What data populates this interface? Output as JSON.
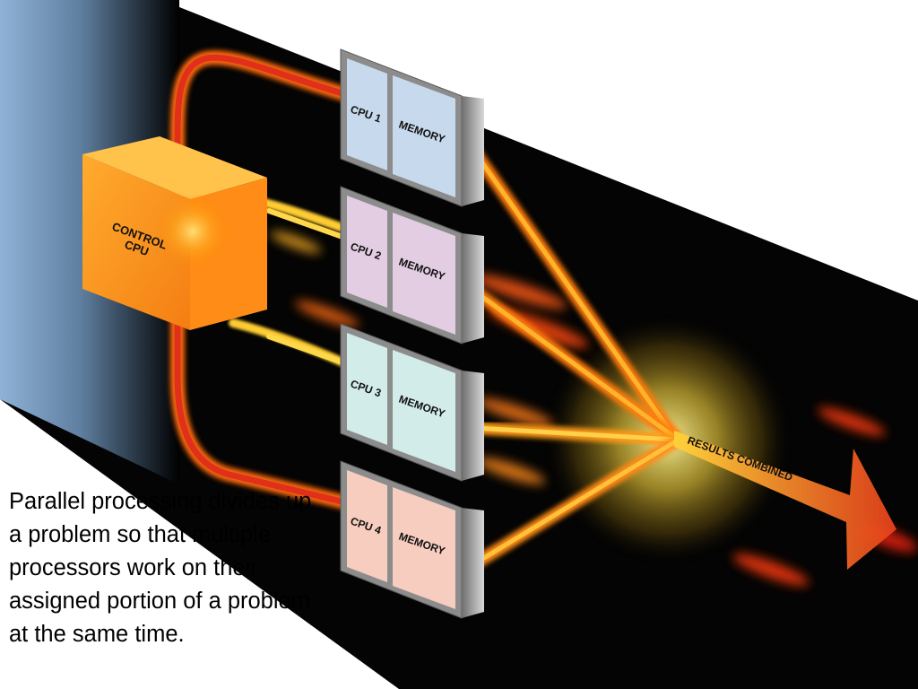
{
  "diagram": {
    "control": {
      "label_line1": "CONTROL",
      "label_line2": "CPU"
    },
    "nodes": [
      {
        "cpu_label": "CPU 1",
        "memory_label": "MEMORY",
        "color": "#c7d9ec"
      },
      {
        "cpu_label": "CPU 2",
        "memory_label": "MEMORY",
        "color": "#e3cde2"
      },
      {
        "cpu_label": "CPU 3",
        "memory_label": "MEMORY",
        "color": "#d2ecea"
      },
      {
        "cpu_label": "CPU 4",
        "memory_label": "MEMORY",
        "color": "#f6cdbf"
      }
    ],
    "results_label": "RESULTS  COMBINED"
  },
  "caption": "Parallel processing divides up a problem so that multiple processors work on their assigned portion of a problem at the same time.",
  "colors": {
    "band": "#050505",
    "left_strip": "#7ea3c8",
    "control_cube": "#ff9a1c",
    "beam_yellow": "#ffcf2a",
    "beam_red": "#e1301a",
    "results_glow": "#f4e26a",
    "arrow": "#ff8a14"
  }
}
